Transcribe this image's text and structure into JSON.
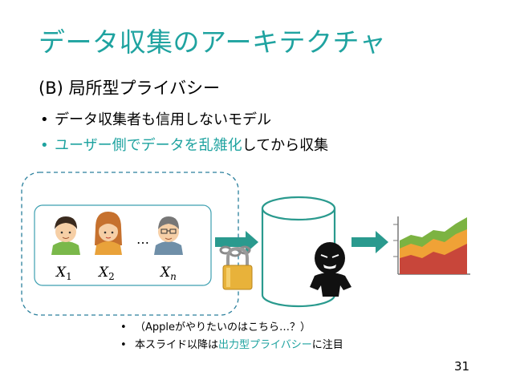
{
  "title": "データ収集のアーキテクチャ",
  "subtitle": "(B) 局所型プライバシー",
  "bullets": [
    {
      "text": "データ収集者も信用しないモデル"
    },
    {
      "accent": "ユーザー側でデータを乱雑化",
      "rest": "してから収集"
    }
  ],
  "diagram": {
    "users": [
      {
        "var": "X",
        "sub": "1"
      },
      {
        "var": "X",
        "sub": "2"
      },
      {
        "var": "X",
        "sub": "n"
      }
    ],
    "ellipsis": "…"
  },
  "notes": [
    {
      "text": "（Appleがやりたいのはこちら…？）"
    },
    {
      "before": "本スライド以降は",
      "accent": "出力型プライバシー",
      "after": "に注目"
    }
  ],
  "page_number": "31",
  "colors": {
    "teal": "#1fa3a0",
    "arrow": "#2a9a8e",
    "chart_red": "#c8463a",
    "chart_orange": "#f0a236",
    "chart_green": "#7cb342",
    "lock_gold": "#e8b23a"
  },
  "icons": [
    "person-boy-icon",
    "person-girl-icon",
    "person-man-glasses-icon",
    "database-icon",
    "padlock-icon",
    "chain-icon",
    "hacker-icon",
    "area-chart-icon",
    "arrow-right-icon"
  ]
}
